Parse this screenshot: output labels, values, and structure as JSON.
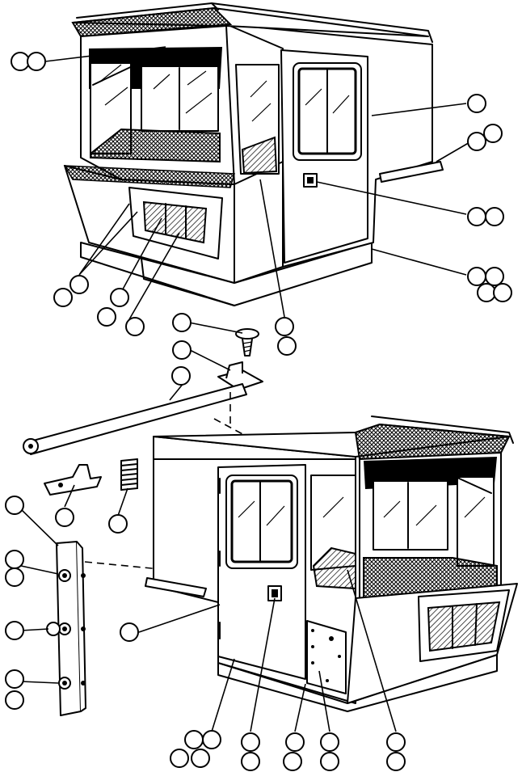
{
  "diagram": {
    "title": "",
    "callouts": [
      {
        "id": "c01",
        "label": ""
      },
      {
        "id": "c02",
        "label": ""
      },
      {
        "id": "c03",
        "label": ""
      },
      {
        "id": "c04",
        "label": ""
      },
      {
        "id": "c05",
        "label": ""
      },
      {
        "id": "c06",
        "label": ""
      },
      {
        "id": "c07",
        "label": ""
      },
      {
        "id": "c08",
        "label": ""
      },
      {
        "id": "c09",
        "label": ""
      },
      {
        "id": "c10",
        "label": ""
      },
      {
        "id": "c11",
        "label": ""
      },
      {
        "id": "c12",
        "label": ""
      },
      {
        "id": "c13",
        "label": ""
      },
      {
        "id": "c14",
        "label": ""
      },
      {
        "id": "c15",
        "label": ""
      },
      {
        "id": "c16",
        "label": ""
      },
      {
        "id": "c17",
        "label": ""
      },
      {
        "id": "c18",
        "label": ""
      },
      {
        "id": "c19",
        "label": ""
      },
      {
        "id": "c20",
        "label": ""
      },
      {
        "id": "c21",
        "label": ""
      },
      {
        "id": "c22",
        "label": ""
      },
      {
        "id": "c23",
        "label": ""
      },
      {
        "id": "c24",
        "label": ""
      },
      {
        "id": "c25",
        "label": ""
      },
      {
        "id": "c26",
        "label": ""
      },
      {
        "id": "c27",
        "label": ""
      },
      {
        "id": "c28",
        "label": ""
      },
      {
        "id": "c29",
        "label": ""
      },
      {
        "id": "c30",
        "label": ""
      },
      {
        "id": "c31",
        "label": ""
      },
      {
        "id": "c32",
        "label": ""
      },
      {
        "id": "c33",
        "label": ""
      },
      {
        "id": "c34",
        "label": ""
      },
      {
        "id": "c35",
        "label": ""
      },
      {
        "id": "c36",
        "label": ""
      },
      {
        "id": "c37",
        "label": ""
      },
      {
        "id": "c38",
        "label": ""
      },
      {
        "id": "c39",
        "label": ""
      },
      {
        "id": "c40",
        "label": ""
      },
      {
        "id": "c41",
        "label": ""
      },
      {
        "id": "c42",
        "label": ""
      },
      {
        "id": "c43",
        "label": ""
      },
      {
        "id": "c44",
        "label": ""
      }
    ],
    "colors": {
      "ink": "#000000",
      "paper": "#ffffff"
    }
  }
}
